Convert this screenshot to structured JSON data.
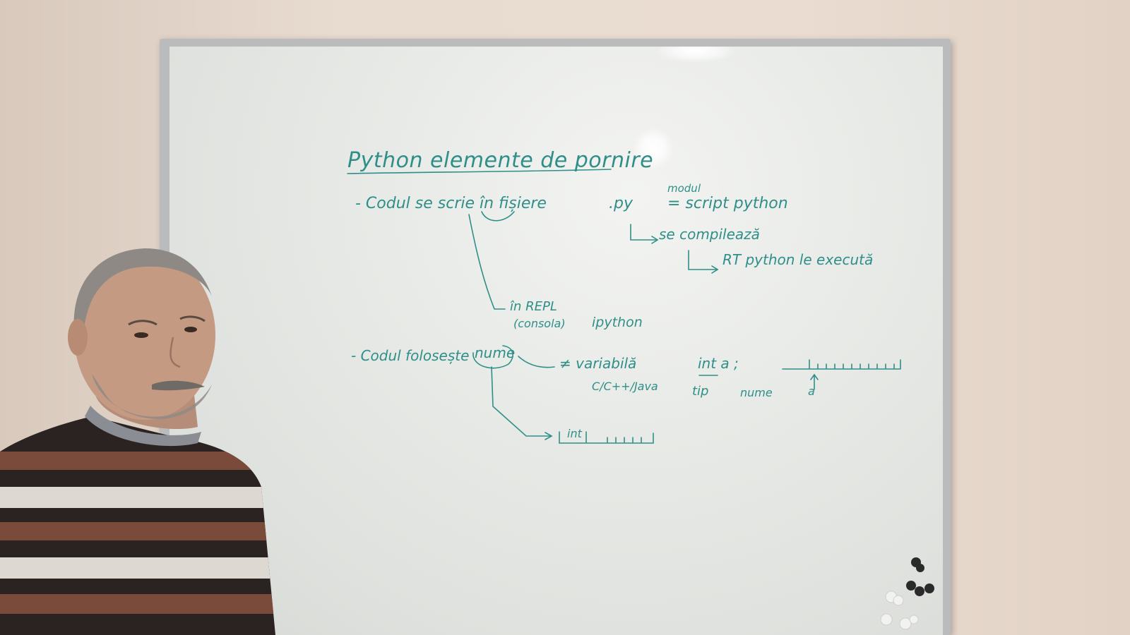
{
  "whiteboard": {
    "title": "Python elemente de pornire",
    "line1": "- Codul se scrie în fișiere",
    "ext": ".py",
    "modul": "modul",
    "script": "= script python",
    "compile": "se compilează",
    "rt": "RT python le execută",
    "repl": "în REPL",
    "consola": "(consola)",
    "ipython": "ipython",
    "line2": "- Codul folosește",
    "nume": "nume",
    "variabila": "≠ variabilă",
    "cjava": "C/C++/Java",
    "int_a": "int a ;",
    "tip": "tip",
    "nume2": "nume",
    "a": "a",
    "int_box": "int"
  },
  "colors": {
    "marker": "#2f8f88",
    "sweater_dark": "#2b2322",
    "sweater_brown": "#7a4a3a",
    "sweater_light": "#ddd8d2",
    "board": "#e6e8e5",
    "wall": "#e8dbd0"
  }
}
